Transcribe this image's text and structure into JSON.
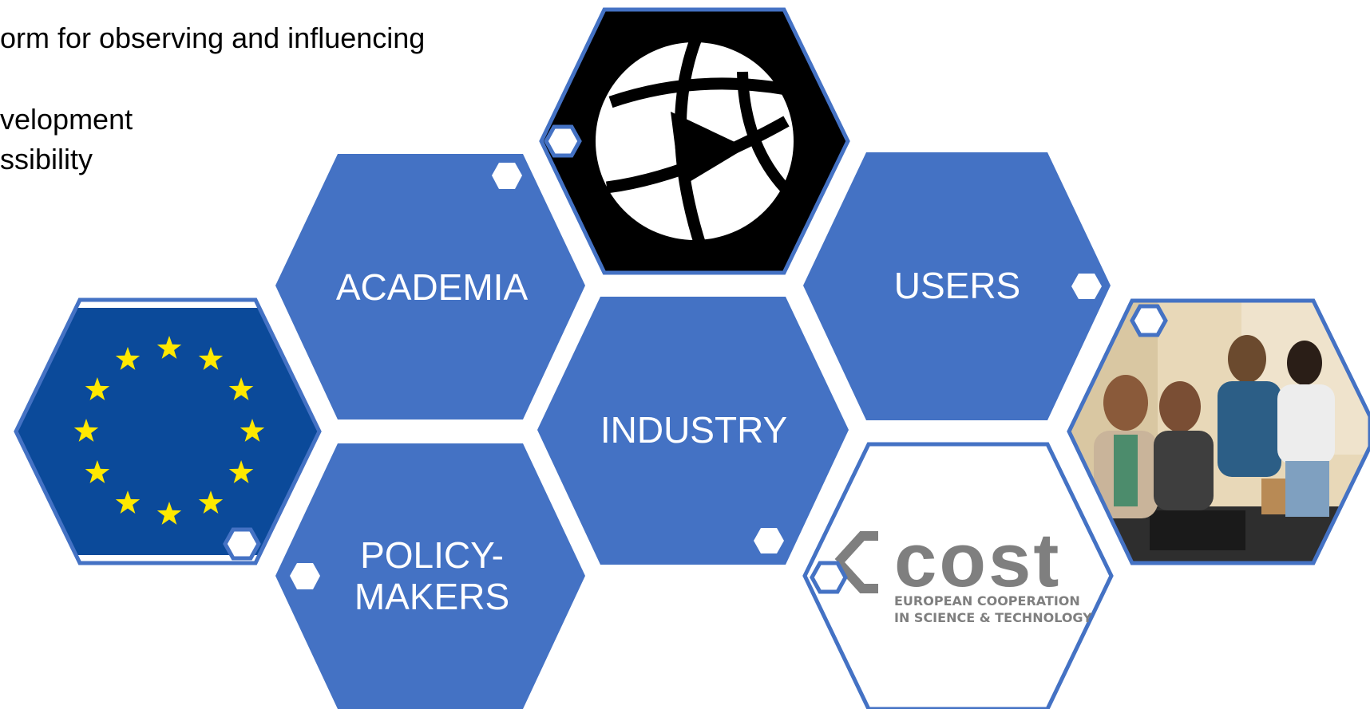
{
  "slide": {
    "text_lines": [
      "orm for observing and influencing",
      "velopment",
      "ssibility"
    ],
    "colors": {
      "hex_fill": "#4472C4",
      "hex_border": "#4472C4",
      "label_text": "#FFFFFF",
      "eu_blue": "#0B4A9A",
      "eu_star": "#FFE800",
      "logo_black": "#000000",
      "cost_grey": "#7F7F7F"
    },
    "hexes": [
      {
        "name": "hex-academia",
        "label": "ACADEMIA"
      },
      {
        "name": "hex-industry",
        "label": "INDUSTRY"
      },
      {
        "name": "hex-users",
        "label": "USERS"
      },
      {
        "name": "hex-policy-makers",
        "label_lines": [
          "POLICY-",
          "MAKERS"
        ]
      },
      {
        "name": "hex-eu-flag",
        "icon": "eu-flag-icon"
      },
      {
        "name": "hex-globe-logo",
        "icon": "globe-logo-icon"
      },
      {
        "name": "hex-cost-logo",
        "icon": "cost-logo-icon"
      },
      {
        "name": "hex-team-photo",
        "icon": "team-photo-image"
      }
    ],
    "cost_logo": {
      "wordmark": "cost",
      "line1": "EUROPEAN COOPERATION",
      "line2": "IN SCIENCE & TECHNOLOGY"
    }
  }
}
